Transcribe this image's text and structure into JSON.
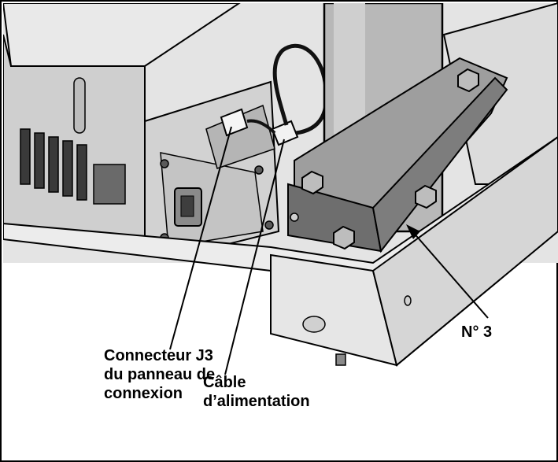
{
  "labels": {
    "connector": {
      "line1": "Connecteur J3",
      "line2": "du panneau de",
      "line3": "connexion"
    },
    "power_cable": {
      "line1": "Câble",
      "line2": "d’alimentation"
    },
    "part_number": "N° 3"
  },
  "colors": {
    "housing_light": "#d9d9d9",
    "housing_mid": "#bdbdbd",
    "housing_dark": "#8c8c8c",
    "bracket": "#6e6e6e",
    "outline": "#000000"
  }
}
